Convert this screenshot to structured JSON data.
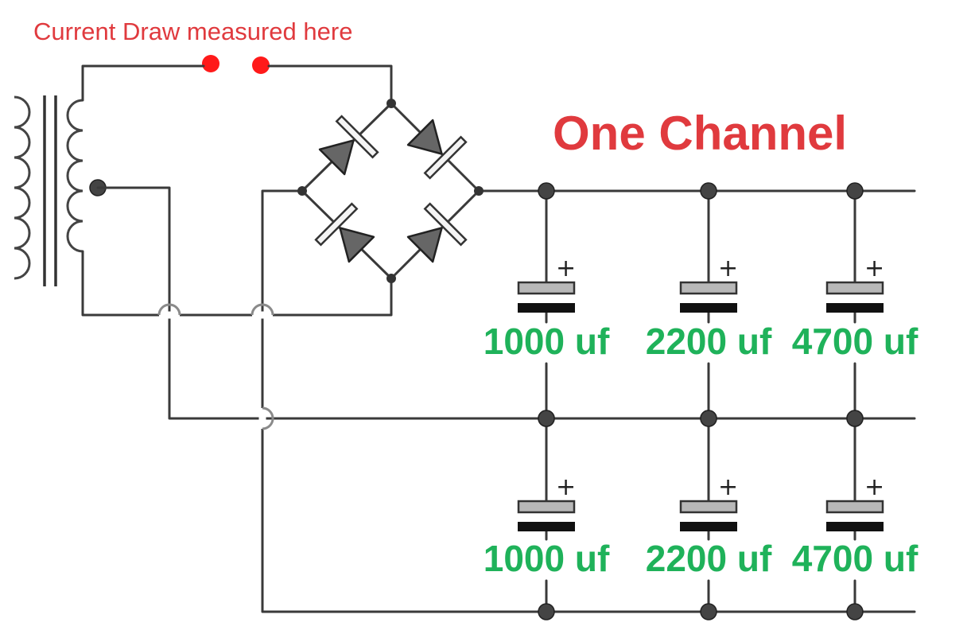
{
  "annotation": {
    "text": "Current Draw measured here",
    "color": "#e03a3e",
    "probe_color": "#ff1a1a"
  },
  "title": {
    "text": "One Channel",
    "color": "#e03a3e"
  },
  "capacitor_label_color": "#1fb25a",
  "polarity_mark": "+",
  "capacitors": {
    "upper": [
      {
        "label": "1000 uf"
      },
      {
        "label": "2200 uf"
      },
      {
        "label": "4700 uf"
      }
    ],
    "lower": [
      {
        "label": "1000 uf"
      },
      {
        "label": "2200 uf"
      },
      {
        "label": "4700 uf"
      }
    ]
  }
}
